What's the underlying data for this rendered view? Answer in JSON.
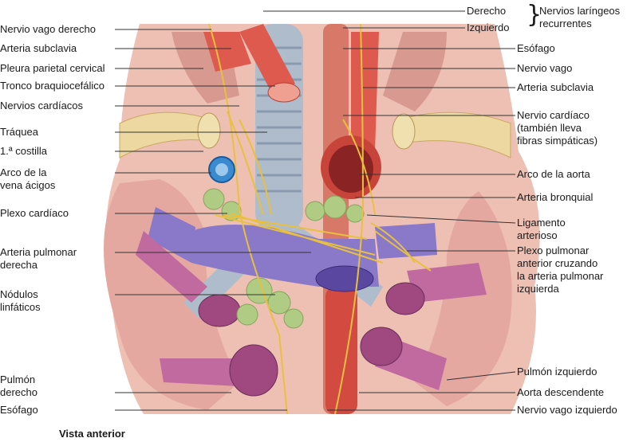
{
  "caption": "Vista anterior",
  "left_labels": [
    {
      "key": "nervio-vago-derecho",
      "lines": [
        "Nervio vago derecho"
      ]
    },
    {
      "key": "arteria-subclavia-derecha",
      "lines": [
        "Arteria subclavia"
      ]
    },
    {
      "key": "pleura-parietal-cervical",
      "lines": [
        "Pleura parietal cervical"
      ]
    },
    {
      "key": "tronco-braquiocefalico",
      "lines": [
        "Tronco braquiocefálico"
      ]
    },
    {
      "key": "nervios-cardiacos",
      "lines": [
        "Nervios cardíacos"
      ]
    },
    {
      "key": "traquea",
      "lines": [
        "Tráquea"
      ]
    },
    {
      "key": "primera-costilla",
      "lines": [
        "1.ª costilla"
      ]
    },
    {
      "key": "arco-vena-acigos",
      "lines": [
        "Arco de la",
        "vena ácigos"
      ]
    },
    {
      "key": "plexo-cardiaco",
      "lines": [
        "Plexo cardíaco"
      ]
    },
    {
      "key": "arteria-pulmonar-derecha",
      "lines": [
        "Arteria pulmonar",
        "derecha"
      ]
    },
    {
      "key": "nodulos-linfaticos",
      "lines": [
        "Nódulos",
        "linfáticos"
      ]
    },
    {
      "key": "pulmon-derecho",
      "lines": [
        "Pulmón",
        "derecho"
      ]
    },
    {
      "key": "esofago-inferior",
      "lines": [
        "Esófago"
      ]
    }
  ],
  "right_labels": [
    {
      "key": "laringeo-derecho",
      "lines": [
        "Derecho"
      ]
    },
    {
      "key": "laringeo-izquierdo",
      "lines": [
        "Izquierdo"
      ]
    },
    {
      "key": "nervios-laringeos-recurrentes",
      "lines": [
        "Nervios laríngeos",
        "recurrentes"
      ]
    },
    {
      "key": "esofago-superior",
      "lines": [
        "Esófago"
      ]
    },
    {
      "key": "nervio-vago",
      "lines": [
        "Nervio vago"
      ]
    },
    {
      "key": "arteria-subclavia-izquierda",
      "lines": [
        "Arteria subclavia"
      ]
    },
    {
      "key": "nervio-cardiaco",
      "lines": [
        "Nervio cardíaco",
        "(también lleva",
        "fibras simpáticas)"
      ]
    },
    {
      "key": "arco-aorta",
      "lines": [
        "Arco de la aorta"
      ]
    },
    {
      "key": "arteria-bronquial",
      "lines": [
        "Arteria bronquial"
      ]
    },
    {
      "key": "ligamento-arterioso",
      "lines": [
        "Ligamento",
        "arterioso"
      ]
    },
    {
      "key": "plexo-pulmonar-anterior",
      "lines": [
        "Plexo pulmonar",
        "anterior cruzando",
        "la arteria pulmonar",
        "izquierda"
      ]
    },
    {
      "key": "pulmon-izquierdo",
      "lines": [
        "Pulmón izquierdo"
      ]
    },
    {
      "key": "aorta-descendente",
      "lines": [
        "Aorta descendente"
      ]
    },
    {
      "key": "nervio-vago-izquierdo",
      "lines": [
        "Nervio vago izquierdo"
      ]
    }
  ],
  "colors": {
    "background": "#ffffff",
    "artery": "#d9534a",
    "vein_pulmonary_artery": "#8a78c8",
    "pulmonary_vein": "#b85a96",
    "trachea": "#a8b8c8",
    "nerve": "#e8c040",
    "lymph": "#a8c878",
    "bone": "#ecd8a0",
    "tissue": "#e8b8b0",
    "azygos": "#3a8ad0"
  }
}
